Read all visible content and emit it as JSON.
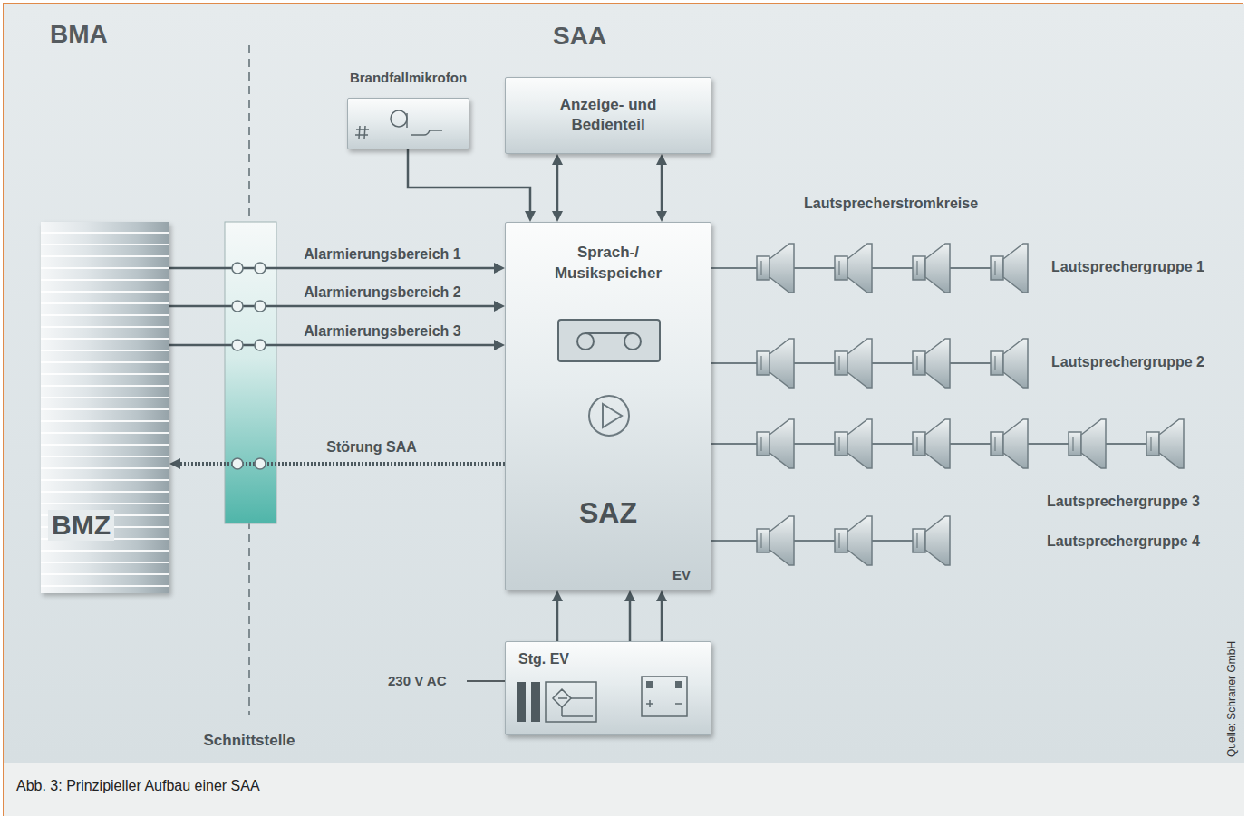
{
  "diagram": {
    "caption": "Abb. 3: Prinzipieller Aufbau einer SAA",
    "nodes": [
      {
        "text": [
          "Brandfallmikrofon"
        ]
      },
      {
        "text": [
          "Anzeige- und Bedienteil"
        ]
      },
      {
        "text": [
          "BMZ"
        ]
      },
      {
        "text": [
          "Sprach-/ Musikspeicher",
          "SAZ",
          "EV"
        ]
      },
      {
        "text": [
          "Stg. EV"
        ]
      }
    ],
    "edges": [
      {
        "from": 0,
        "to": 3,
        "arrow": "to"
      },
      {
        "from": 1,
        "to": 3,
        "arrow": "both"
      },
      {
        "from": 1,
        "to": 3,
        "arrow": "both"
      },
      {
        "from": 2,
        "to": 3,
        "label": "Alarmierungsbereich 1",
        "arrow": "to"
      },
      {
        "from": 2,
        "to": 3,
        "label": "Alarmierungsbereich 2",
        "arrow": "to"
      },
      {
        "from": 2,
        "to": 3,
        "label": "Alarmierungsbereich 3",
        "arrow": "to"
      },
      {
        "from": 3,
        "to": 2,
        "label": "Störung SAA",
        "arrow": "to"
      },
      {
        "from": 4,
        "to": 3,
        "arrow": "to"
      },
      {
        "from": 4,
        "to": 3,
        "arrow": "to"
      },
      {
        "from": 4,
        "to": 3,
        "arrow": "to"
      }
    ],
    "labels": [
      "BMA",
      "SAA",
      "Schnittstelle",
      "Lautsprecherstromkreise",
      "Lautsprechergruppe 1",
      "Lautsprechergruppe 2",
      "Lautsprechergruppe 3",
      "Lautsprechergruppe 4",
      "230 V AC",
      "Quelle: Schraner GmbH"
    ]
  }
}
